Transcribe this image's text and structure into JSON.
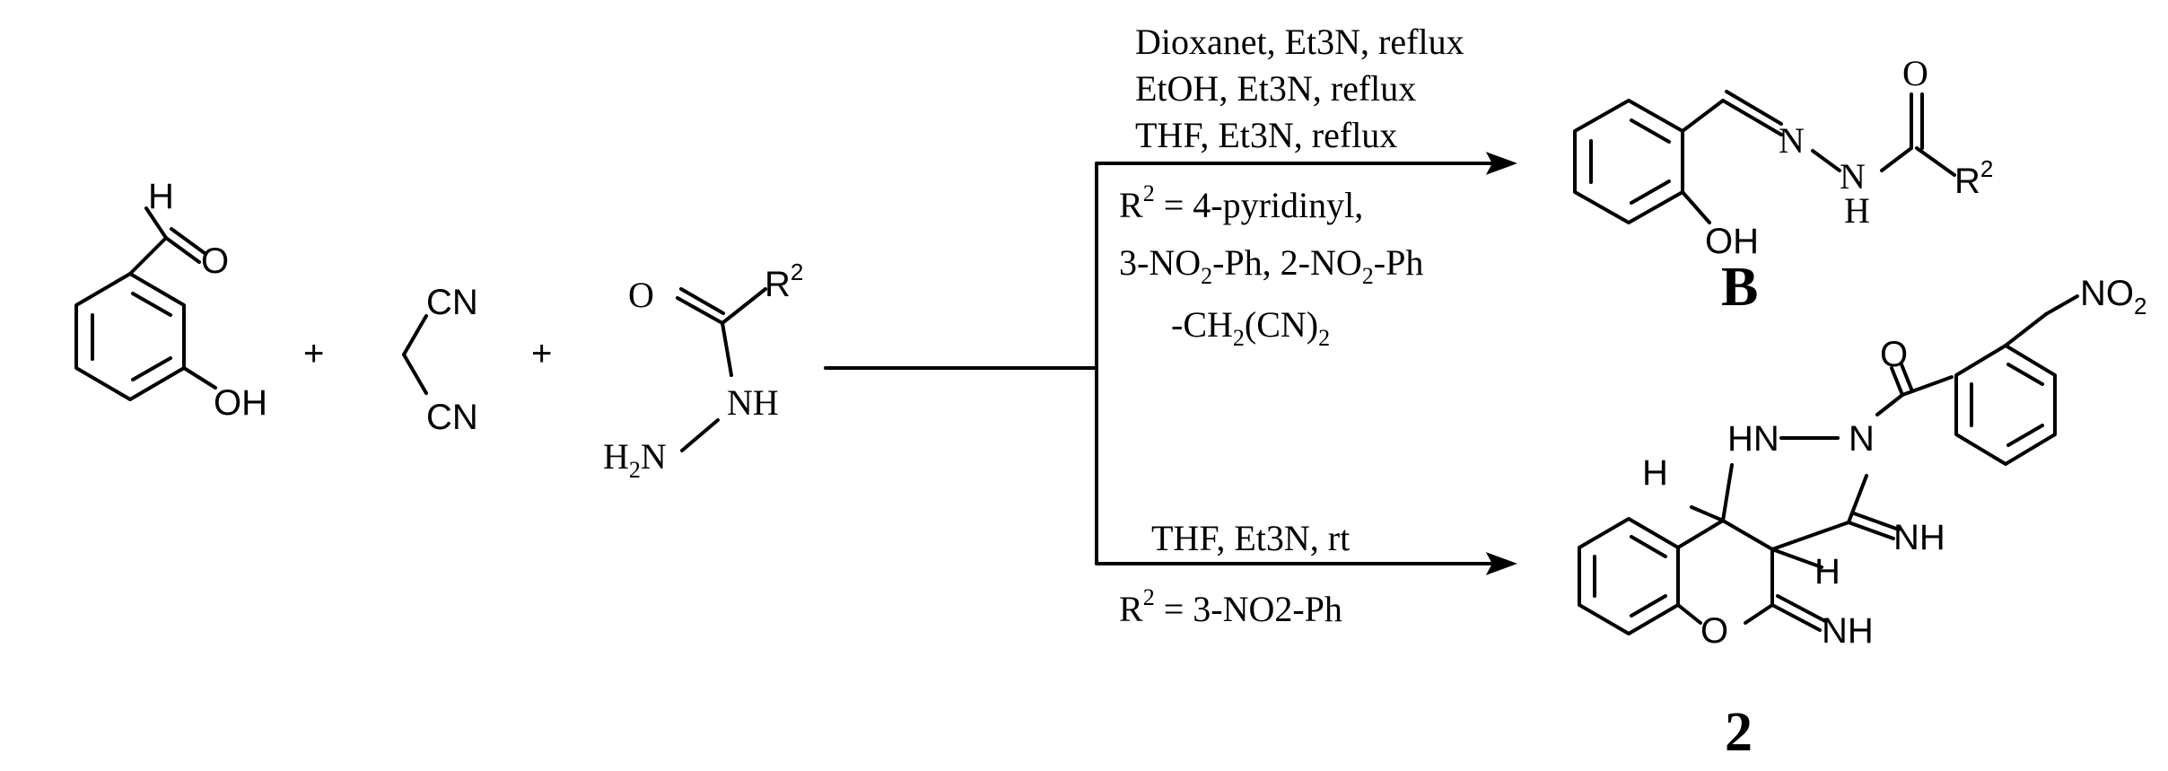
{
  "reactants": {
    "aldehyde": {
      "h": "H",
      "o": "O",
      "oh": "OH"
    },
    "plus1": "+",
    "malononitrile": {
      "cn_top": "CN",
      "cn_bottom": "CN"
    },
    "plus2": "+",
    "hydrazide": {
      "o": "O",
      "r": "R",
      "r_sup": "2",
      "nh": "NH",
      "h2n_h": "H",
      "h2n_sub": "2",
      "h2n_n": "N"
    }
  },
  "conditions_upper": {
    "line1": "Dioxanet, Et3N, reflux",
    "line2": "EtOH, Et3N, reflux",
    "line3": "THF, Et3N, reflux",
    "r2_a": "R",
    "r2_a_sup": "2",
    "r2_a_rest": " = 4-pyridinyl,",
    "r2_b_1": "3-NO",
    "r2_b_sub1": "2",
    "r2_b_2": "-Ph, 2-NO",
    "r2_b_sub2": "2",
    "r2_b_3": "-Ph",
    "r2_c_1": "-CH",
    "r2_c_sub1": "2",
    "r2_c_2": "(CN)",
    "r2_c_sub2": "2"
  },
  "conditions_lower": {
    "line1": "THF, Et3N, rt",
    "r2_1": "R",
    "r2_sup": "2",
    "r2_rest": " = 3-NO2-Ph"
  },
  "product_B": {
    "label": "B",
    "o": "O",
    "n1": "N",
    "n2": "N",
    "h": "H",
    "r": "R",
    "r_sup": "2",
    "oh": "OH"
  },
  "product_2": {
    "label": "2",
    "no2_1": "NO",
    "no2_sub": "2",
    "o_carbonyl": "O",
    "hn": "HN",
    "n": "N",
    "h_left": "H",
    "h_right": "H",
    "nh_upper": "NH",
    "nh_lower": "NH",
    "o_ring": "O"
  }
}
